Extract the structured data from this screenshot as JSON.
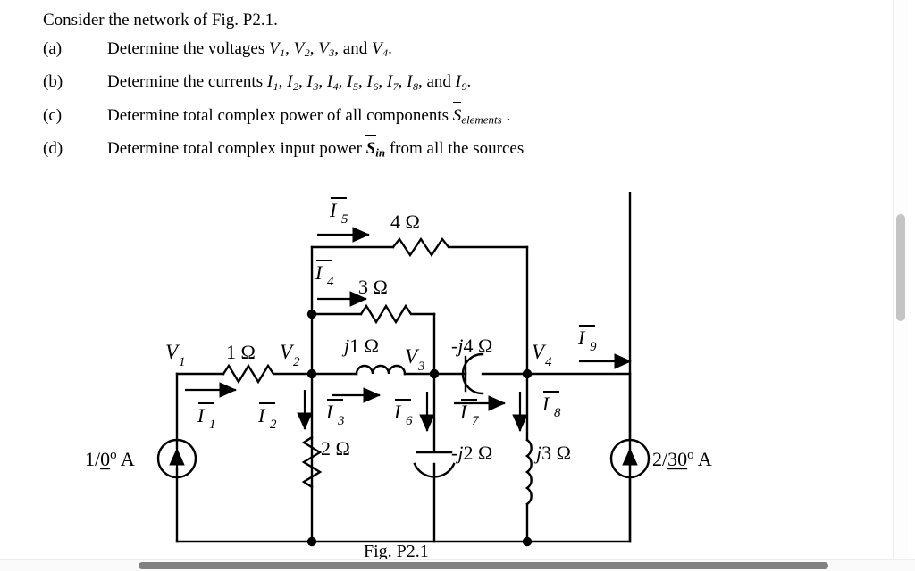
{
  "problem": {
    "intro": "Consider the network of Fig. P2.1.",
    "items": [
      {
        "label": "(a)",
        "prefix": "Determine the voltages ",
        "vars": [
          "V1",
          "V2",
          "V3",
          "V4"
        ],
        "text": "Determine the voltages V1, V2, V3, and V4."
      },
      {
        "label": "(b)",
        "prefix": "Determine the currents ",
        "vars": [
          "I1",
          "I2",
          "I3",
          "I4",
          "I5",
          "I6",
          "I7",
          "I8",
          "I9"
        ],
        "text": "Determine the currents I1, I2, I3, I4, I5, I6, I7, I8, and I9."
      },
      {
        "label": "(c)",
        "text": "Determine total complex power of all components S_elements .",
        "symbol_base": "S",
        "symbol_sub": "elements",
        "lead": "Determine total complex power of all components ",
        "trail": " ."
      },
      {
        "label": "(d)",
        "text": "Determine total complex input power S_in from all the sources",
        "symbol_base": "S",
        "symbol_sub": "in",
        "lead": "Determine total complex input power ",
        "trail": " from all the sources"
      }
    ],
    "conj_and": "and"
  },
  "circuit": {
    "caption": "Fig. P2.1",
    "node_labels": [
      {
        "id": "V1",
        "base": "V",
        "sub": "1"
      },
      {
        "id": "V2",
        "base": "V",
        "sub": "2"
      },
      {
        "id": "V3",
        "base": "V",
        "sub": "3"
      },
      {
        "id": "V4",
        "base": "V",
        "sub": "4"
      }
    ],
    "current_labels": [
      {
        "id": "I1",
        "base": "I",
        "sub": "1"
      },
      {
        "id": "I2",
        "base": "I",
        "sub": "2"
      },
      {
        "id": "I3",
        "base": "I",
        "sub": "3"
      },
      {
        "id": "I4",
        "base": "I",
        "sub": "4"
      },
      {
        "id": "I5",
        "base": "I",
        "sub": "5"
      },
      {
        "id": "I6",
        "base": "I",
        "sub": "6"
      },
      {
        "id": "I7",
        "base": "I",
        "sub": "7"
      },
      {
        "id": "I8",
        "base": "I",
        "sub": "8"
      },
      {
        "id": "I9",
        "base": "I",
        "sub": "9"
      }
    ],
    "components": [
      {
        "id": "r1",
        "name": "resistor-1-ohm",
        "value": "1 Ω"
      },
      {
        "id": "r2",
        "name": "resistor-2-ohm",
        "value": "2 Ω"
      },
      {
        "id": "r3",
        "name": "resistor-3-ohm",
        "value": "3 Ω"
      },
      {
        "id": "r4",
        "name": "resistor-4-ohm",
        "value": "4 Ω"
      },
      {
        "id": "l1",
        "name": "inductor-j1-ohm",
        "value": "j1 Ω"
      },
      {
        "id": "c4",
        "name": "capacitor-neg-j4-ohm",
        "value": "-j4 Ω"
      },
      {
        "id": "c2",
        "name": "capacitor-neg-j2-ohm",
        "value": "-j2 Ω"
      },
      {
        "id": "l3",
        "name": "inductor-j3-ohm",
        "value": "j3 Ω"
      }
    ],
    "sources": [
      {
        "id": "src_left",
        "name": "current-source-left",
        "mag": "1",
        "angle": "0",
        "unit": "A",
        "text": "1/0º A"
      },
      {
        "id": "src_right",
        "name": "current-source-right",
        "mag": "2",
        "angle": "30",
        "unit": "A",
        "text": "2/30º A"
      }
    ],
    "colors": {
      "wire": "#000000",
      "background": "#ffffff"
    }
  },
  "chrome": {
    "vertical_scrollbar": "vertical-scrollbar",
    "horizontal_scrollbar": "horizontal-scrollbar"
  }
}
